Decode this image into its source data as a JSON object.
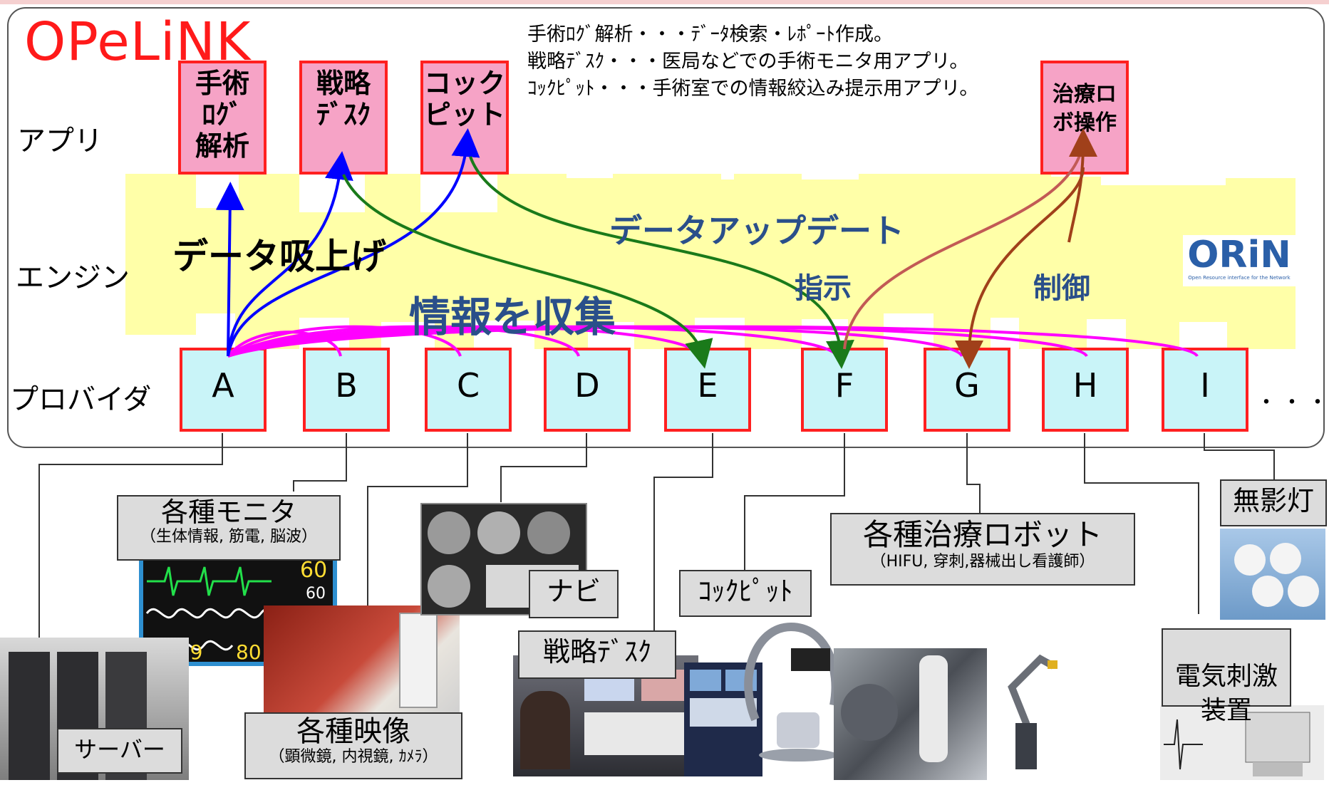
{
  "title": "OPeLiNK",
  "notes": [
    "手術ﾛｸﾞ解析・・・ﾃﾞｰﾀ検索・ﾚﾎﾟｰﾄ作成。",
    "戦略ﾃﾞｽｸ・・・医局などでの手術モニタ用アプリ。",
    "ｺｯｸﾋﾟｯﾄ・・・手術室での情報絞込み提示用アプリ。"
  ],
  "layers": {
    "app": "アプリ",
    "engine": "エンジン",
    "provider": "プロバイダ"
  },
  "apps": [
    {
      "name": "手術\nﾛｸﾞ\n解析"
    },
    {
      "name": "戦略\nﾃﾞｽｸ"
    },
    {
      "name": "コック\nピット"
    },
    {
      "name": "治療ロ\nボ操作"
    }
  ],
  "engine_labels": {
    "pullup": "データ吸上げ",
    "collect": "情報を収集",
    "update": "データアップデート",
    "instruct": "指示",
    "control": "制御"
  },
  "orin_logo": {
    "text": "ORiN",
    "caption": "Open Resource interface for the Network"
  },
  "providers": [
    "A",
    "B",
    "C",
    "D",
    "E",
    "F",
    "G",
    "H",
    "I"
  ],
  "providers_more": "・・・",
  "devices": {
    "monitor": {
      "main": "各種モニタ",
      "sub": "（生体情報, 筋電, 脳波）"
    },
    "navi": {
      "main": "ナビ"
    },
    "cockpit": {
      "main": "ｺｯｸﾋﾟｯﾄ"
    },
    "robots": {
      "main": "各種治療ロボット",
      "sub": "（HIFU, 穿刺,器械出し看護師）"
    },
    "lamp": {
      "main": "無影灯"
    },
    "video": {
      "main": "各種映像",
      "sub": "（顕微鏡, 内視鏡, ｶﾒﾗ）"
    },
    "strategy_desk": {
      "main": "戦略ﾃﾞｽｸ"
    },
    "server": {
      "main": "サーバー"
    },
    "stimulator": {
      "main": "電気刺激\n装置"
    }
  },
  "monitor_values": {
    "hr": "60",
    "v2": "60",
    "v3": "09",
    "sys": "119",
    "map": "80"
  },
  "colors": {
    "frame_red": "#ff2020",
    "app_pink": "#f6a3c6",
    "engine_yellow": "#ffffa8",
    "provider_cyan": "#c9f4f8",
    "collect_magenta": "#ff00ff",
    "pull_blue": "#0000ff",
    "update_green": "#1a7a1a",
    "control_brown": "#a0401a",
    "label_blue": "#2a4f8a"
  }
}
